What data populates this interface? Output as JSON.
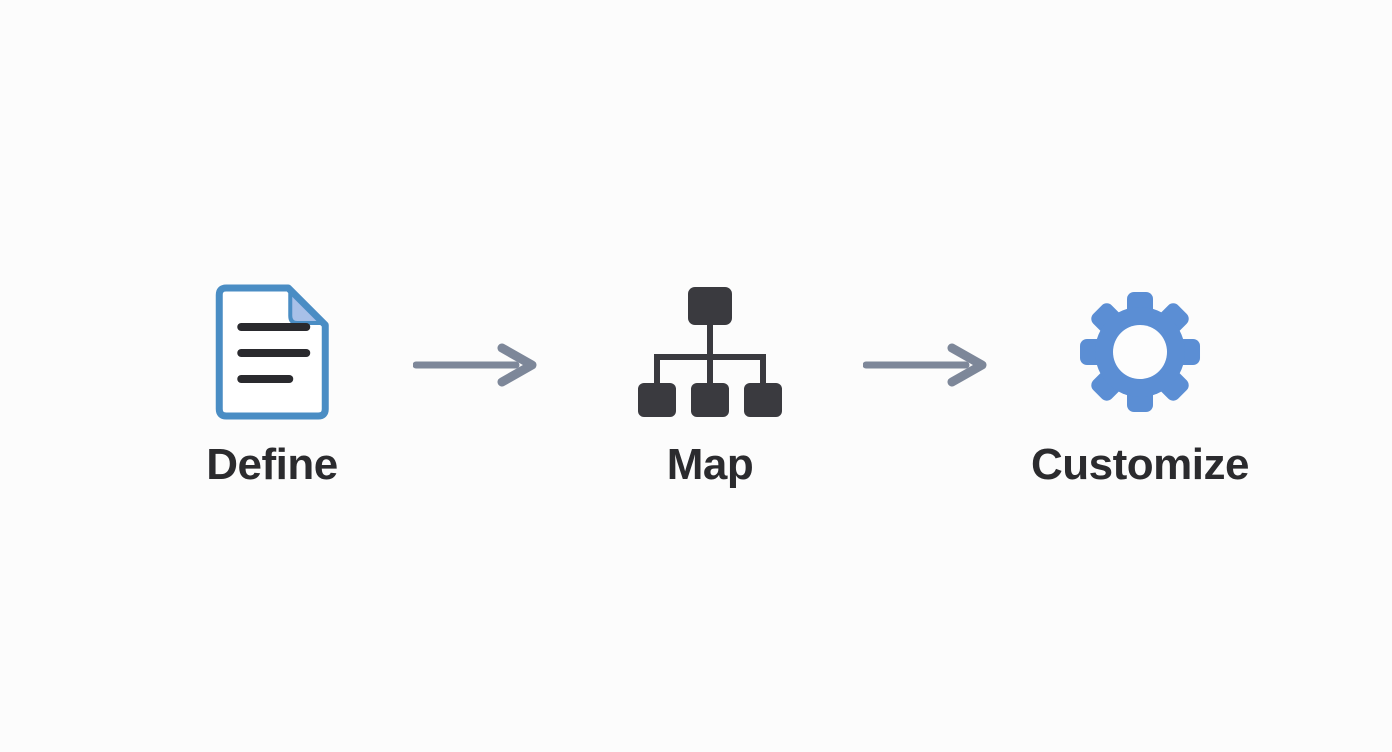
{
  "diagram": {
    "title": "Define Map Customize process diagram",
    "steps": [
      {
        "id": "define",
        "label": "Define",
        "icon": "document-icon"
      },
      {
        "id": "map",
        "label": "Map",
        "icon": "org-chart-icon"
      },
      {
        "id": "customize",
        "label": "Customize",
        "icon": "gear-icon"
      }
    ],
    "arrows": [
      {
        "from": "define",
        "to": "map"
      },
      {
        "from": "map",
        "to": "customize"
      }
    ]
  },
  "colors": {
    "page_bg": "#fcfcfc",
    "document_blue": "#4a8dc4",
    "document_fold": "#a8c0e8",
    "document_fill": "#ffffff",
    "document_lines": "#2a2a2e",
    "chart_charcoal": "#3a3a3f",
    "gear_blue": "#5b8ed4",
    "gear_hole": "#fdfdfd",
    "arrow_gray": "#7d8799",
    "label_ink": "#2b2b2e"
  }
}
